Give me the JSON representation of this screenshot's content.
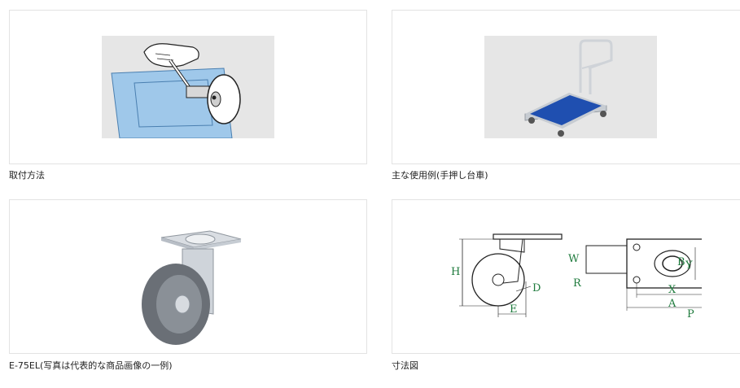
{
  "cards": [
    {
      "caption": "取付方法",
      "image": "mounting-method-illustration"
    },
    {
      "caption": "主な使用例(手押し台車)",
      "image": "hand-cart-usage-example"
    },
    {
      "caption": "E-75EL(写真は代表的な商品画像の一例)",
      "image": "caster-product-photo"
    },
    {
      "caption": "寸法図",
      "image": "dimension-drawing"
    }
  ],
  "dimension_labels": {
    "H": "H",
    "W": "W",
    "D": "D",
    "R": "R",
    "E": "E",
    "X": "X",
    "A": "A",
    "Y": "Y",
    "B": "B",
    "P": "P"
  },
  "colors": {
    "card_border": "#e3e3e3",
    "illustration_bg": "#e6e6e6",
    "cart_deck": "#1f4fb0",
    "tank_blue": "#9fc8ea",
    "wheel_gray": "#6a6f76",
    "label_green": "#1e7a3c"
  }
}
